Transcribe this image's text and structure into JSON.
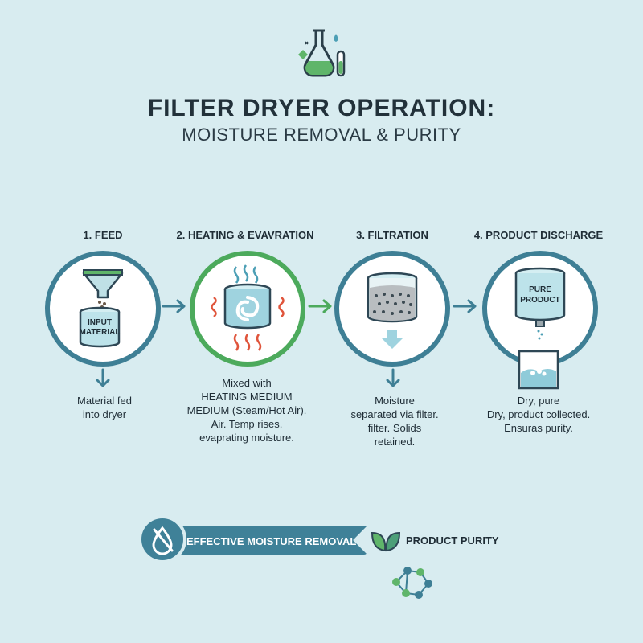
{
  "header": {
    "title": "FILTER DRYER OPERATION:",
    "subtitle": "MOISTURE REMOVAL & PURITY",
    "logo_icon": "lab-flask-icon"
  },
  "colors": {
    "background": "#d8ecf0",
    "teal": "#3e7f95",
    "green": "#4caa5c",
    "liquid": "#bde3ea",
    "text": "#1f2d36"
  },
  "steps": [
    {
      "label": "1. FEED",
      "icon": "hopper-feed-icon",
      "inner_text": [
        "INPUT",
        "MATERIAL"
      ],
      "description": [
        "Material fed",
        "into dryer"
      ]
    },
    {
      "label": "2. HEATING & EVAVRATION",
      "icon": "heated-vessel-icon",
      "description": [
        "Mixed with",
        "HEATING MEDIUM",
        "MEDIUM (Steam/Hot Air).",
        "Air. Temp rises,",
        "evaprating moisture."
      ]
    },
    {
      "label": "3. FILTRATION",
      "icon": "filter-vessel-icon",
      "description": [
        "Moisture",
        "separated via filter.",
        "filter. Solids",
        "retained."
      ]
    },
    {
      "label": "4. PRODUCT DISCHARGE",
      "icon": "product-discharge-icon",
      "inner_text": [
        "PURE",
        "PRODUCT"
      ],
      "description": [
        "Dry, pure",
        "Dry, product collected.",
        "Ensuras purity."
      ]
    }
  ],
  "footer": {
    "moisture_banner": "EFFECTIVE MOISTURE REMOVAL",
    "moisture_icon": "no-water-drop-icon",
    "purity_label": "PRODUCT PURITY",
    "purity_icon": "leaves-icon",
    "molecule_icon": "molecule-icon"
  }
}
